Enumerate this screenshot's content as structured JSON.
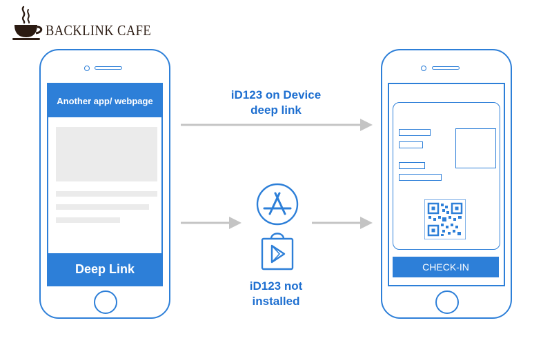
{
  "brand": {
    "name": "BACKLINK CAFE"
  },
  "left_phone": {
    "header_text": "Another app/ webpage",
    "footer_button": "Deep Link"
  },
  "right_phone": {
    "checkin_button": "CHECK-IN"
  },
  "flows": {
    "top_line1": "iD123 on Device",
    "top_line2": "deep link",
    "bottom_line1": "iD123 not",
    "bottom_line2": "installed"
  },
  "icons": {
    "logo": "coffee-cup-icon",
    "app_store": "app-store-icon",
    "play_store": "play-store-bag-icon",
    "qr": "qr-code-icon"
  },
  "colors": {
    "accent": "#2d7fd8",
    "label": "#1e6fd0",
    "arrow": "#c4c4c4",
    "placeholder": "#ebebeb",
    "logo_text": "#2b1b12"
  }
}
